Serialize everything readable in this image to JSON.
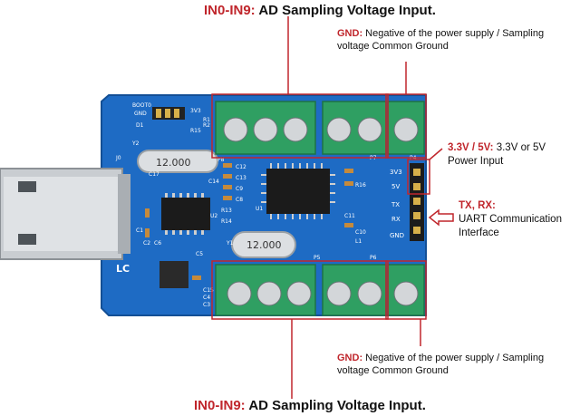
{
  "top_label": {
    "pins": "IN0-IN9:",
    "desc": "AD Sampling Voltage Input."
  },
  "bottom_label": {
    "pins": "IN0-IN9:",
    "desc": "AD Sampling Voltage Input."
  },
  "gnd_top": {
    "tag": "GND:",
    "desc": "Negative of the power supply / Sampling voltage Common Ground"
  },
  "gnd_bottom": {
    "tag": "GND:",
    "desc": "Negative of the power supply / Sampling voltage Common Ground"
  },
  "power": {
    "tag": "3.3V / 5V:",
    "desc": "3.3V or 5V Power Input"
  },
  "uart": {
    "tag": "TX, RX:",
    "desc_line1": "UART Communication",
    "desc_line2": "Interface"
  },
  "board": {
    "brand": "LC",
    "crystal_top": "12.000",
    "crystal_bottom": "12.000",
    "pin_labels": [
      "3V3",
      "5V",
      "TX",
      "RX",
      "GND"
    ],
    "silk": [
      "BOOT0",
      "GND",
      "3V3",
      "J0",
      "Y2",
      "P8",
      "P7",
      "P4",
      "P5",
      "P6",
      "C17",
      "C12",
      "C13",
      "C14",
      "C9",
      "C8",
      "R13",
      "R14",
      "R15",
      "R16",
      "C1",
      "C2",
      "C3",
      "C4",
      "C5",
      "C6",
      "C10",
      "C11",
      "C15",
      "U1",
      "U2",
      "Y1",
      "L1",
      "D1",
      "R1",
      "R2"
    ]
  },
  "colors": {
    "accent": "#c0262c",
    "pcb": "#1e6bc4",
    "terminal": "#2f9f62"
  }
}
